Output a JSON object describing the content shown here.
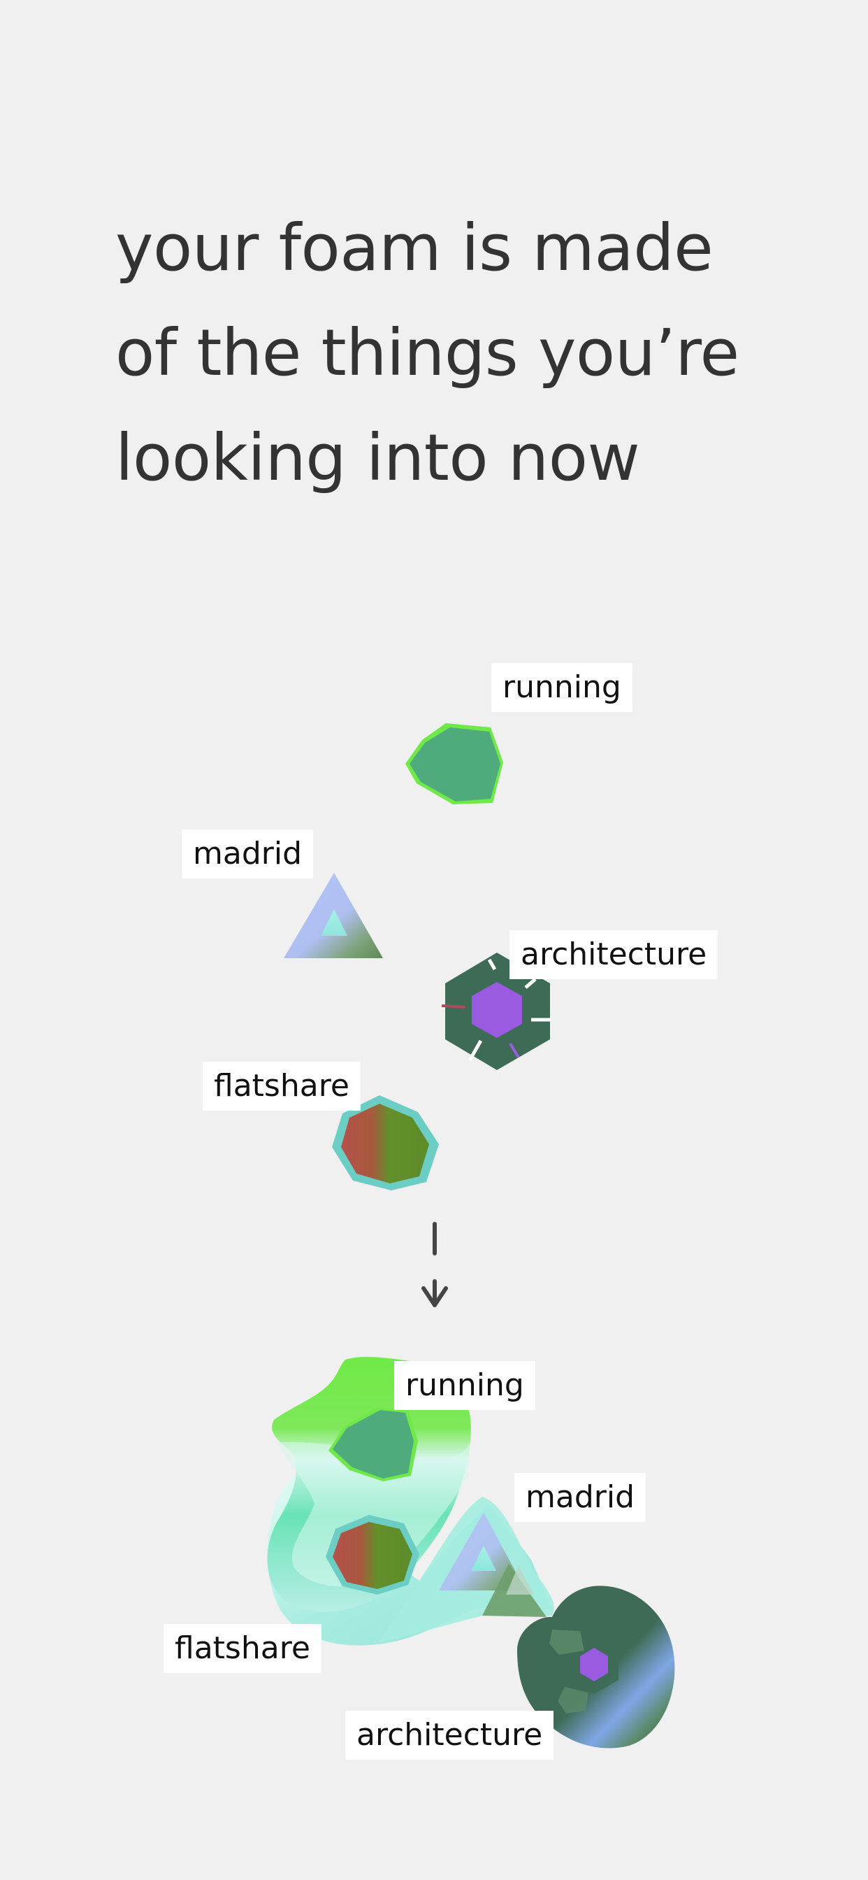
{
  "headline": {
    "line1": "your foam is made",
    "line2": "of the things you’re",
    "line3": "looking into now"
  },
  "before": {
    "running": "running",
    "madrid": "madrid",
    "architecture": "architecture",
    "flatshare": "flatshare"
  },
  "after": {
    "running": "running",
    "madrid": "madrid",
    "architecture": "architecture",
    "flatshare": "flatshare"
  },
  "colors": {
    "background": "#f0f0f0",
    "text": "#333333",
    "running_fill": "#4fab7b",
    "running_edge": "#6fe84a",
    "madrid_fill": "#b3c2f7",
    "architecture_fill": "#3d6b56",
    "architecture_core": "#9a5be0",
    "flatshare_red": "#b15a4a",
    "flatshare_green": "#5f8c2a",
    "flatshare_ring": "#6bcdc3",
    "foam_green": "#6fe84a",
    "foam_mint": "#a7ecd8",
    "foam_cyan": "#9ee3dc"
  },
  "icons": {
    "arrow": "arrow-down-icon"
  }
}
